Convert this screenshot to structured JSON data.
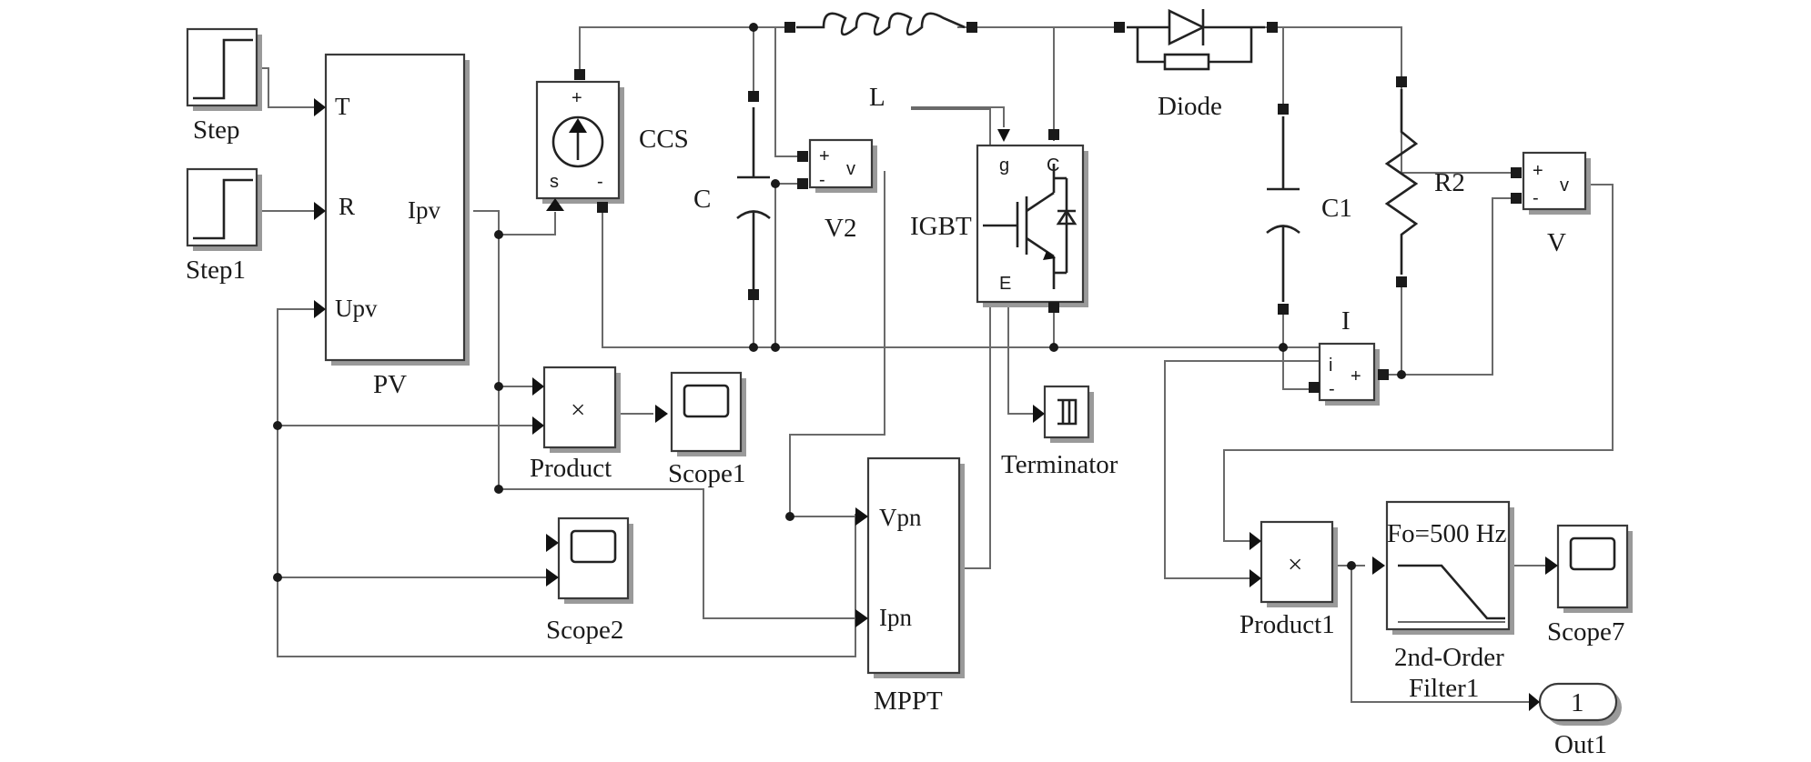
{
  "blocks": {
    "step": "Step",
    "step1": "Step1",
    "pv": "PV",
    "pv_port_t": "T",
    "pv_port_r": "R",
    "pv_port_upv": "Upv",
    "pv_port_ipv": "Ipv",
    "ccs": "CCS",
    "capacitor_c": "C",
    "inductor_l": "L",
    "voltmeter_v2": "V2",
    "igbt": "IGBT",
    "diode": "Diode",
    "capacitor_c1": "C1",
    "resistor_r2": "R2",
    "voltmeter_v": "V",
    "ammeter_i": "I",
    "terminator": "Terminator",
    "product": "Product",
    "scope1": "Scope1",
    "scope2": "Scope2",
    "mppt": "MPPT",
    "mppt_port_vpn": "Vpn",
    "mppt_port_ipn": "Ipn",
    "product1": "Product1",
    "filter_text": "Fo=500 Hz",
    "filter_line1": "2nd-Order",
    "filter_line2": "Filter1",
    "scope7": "Scope7",
    "out1_number": "1",
    "out1": "Out1"
  },
  "glyphs": {
    "product_symbol": "×",
    "meter_plus": "+",
    "meter_minus": "-",
    "meter_v": "v",
    "meter_i": "i",
    "igbt_g": "g",
    "igbt_c": "C",
    "igbt_e": "E",
    "ccs_s": "s",
    "ccs_minus": "-",
    "ccs_plus": "+"
  }
}
